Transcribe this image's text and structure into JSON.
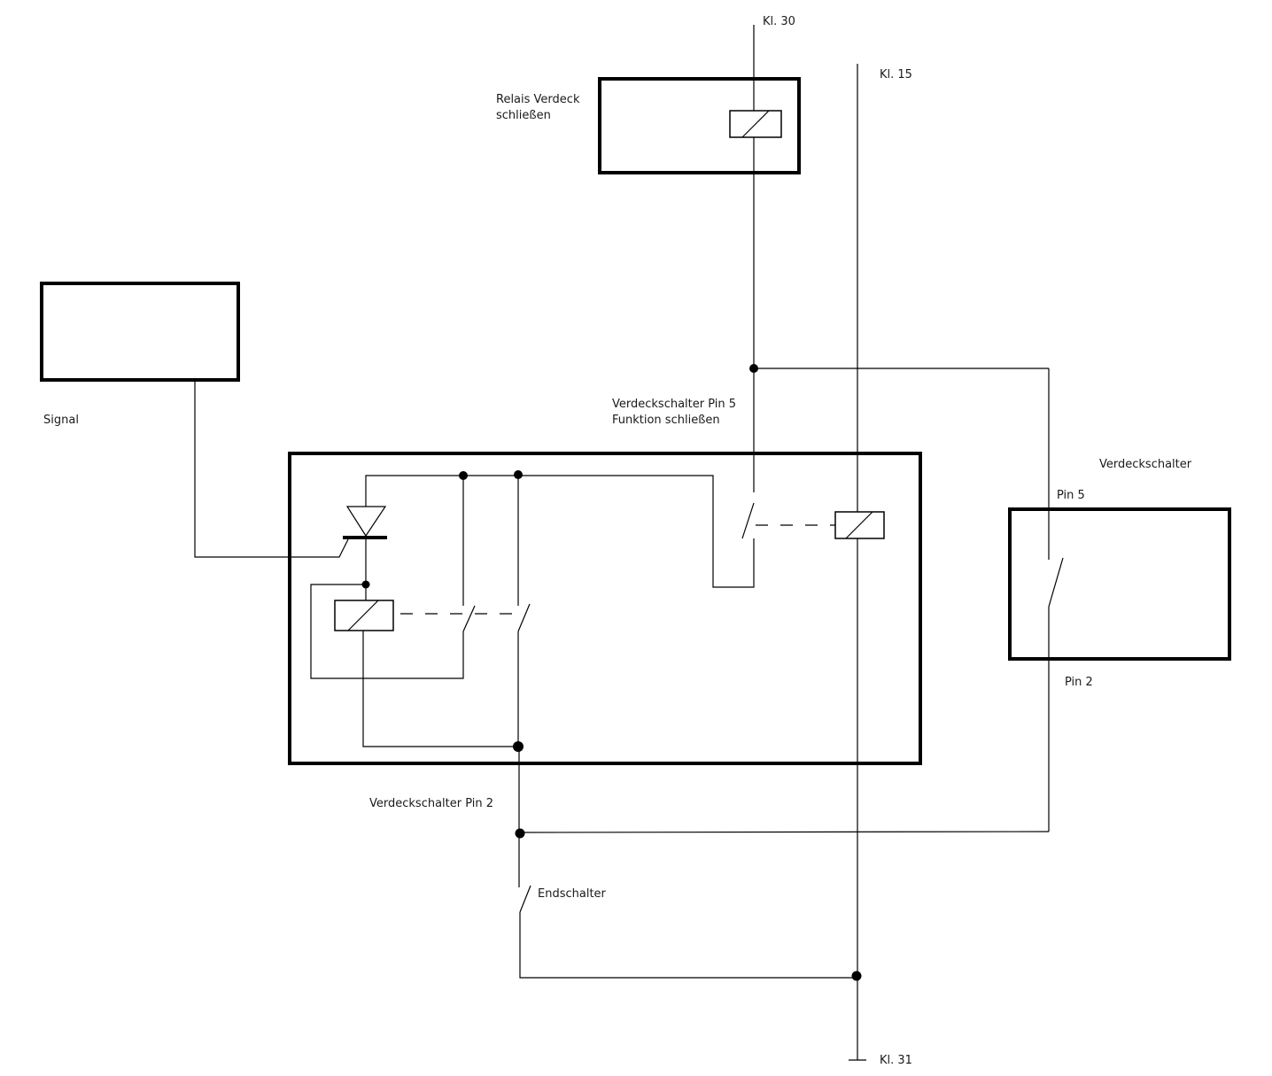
{
  "labels": {
    "kl30": "Kl. 30",
    "kl15": "Kl. 15",
    "kl31": "Kl. 31",
    "relais_line1": "Relais Verdeck",
    "relais_line2": "schließen",
    "signal": "Signal",
    "pin5_func_line1": "Verdeckschalter Pin 5",
    "pin5_func_line2": "Funktion schließen",
    "verdeckschalter": "Verdeckschalter",
    "pin5": "Pin 5",
    "pin2": "Pin 2",
    "verdeckschalter_pin2": "Verdeckschalter Pin 2",
    "endschalter": "Endschalter"
  },
  "colors": {
    "line": "#000000",
    "background": "#ffffff",
    "text": "#1a1a1a"
  }
}
